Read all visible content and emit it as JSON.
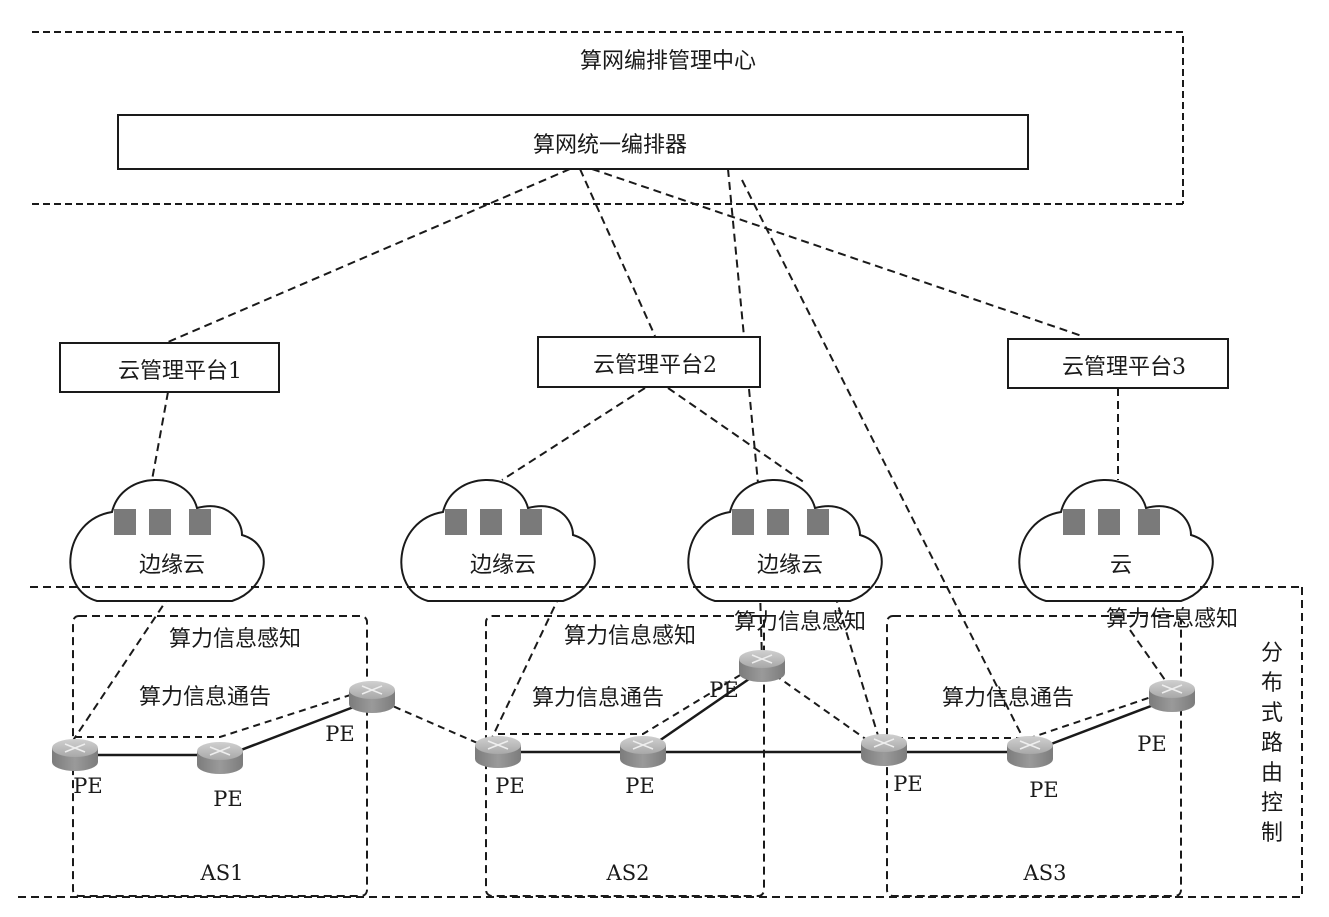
{
  "title": "算网编排管理中心",
  "orchestrator": "算网统一编排器",
  "platforms": [
    "云管理平台1",
    "云管理平台2",
    "云管理平台3"
  ],
  "clouds": [
    "边缘云",
    "边缘云",
    "边缘云",
    "云"
  ],
  "routing_region_label": "分布式路由控制",
  "as_domains": [
    "AS1",
    "AS2",
    "AS3"
  ],
  "router_label": "PE",
  "sense_label": "算力信息感知",
  "announce_label": "算力信息通告",
  "colors": {
    "line": "#1a1a1a",
    "server": "#7a7a7a",
    "router_top": "#bdbdbd",
    "router_side": "#8c8c8c"
  }
}
